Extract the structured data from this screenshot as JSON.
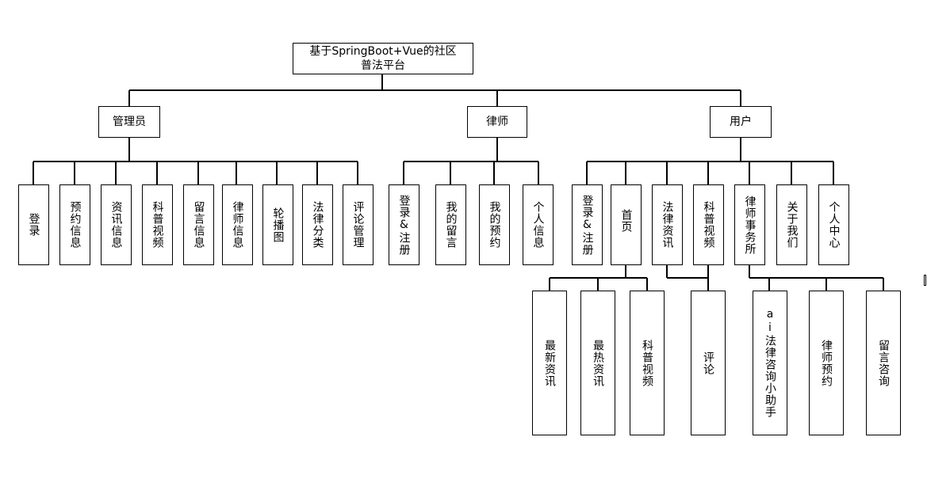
{
  "root": {
    "label": "基于SpringBoot+Vue的社区\n普法平台"
  },
  "roles": {
    "admin": {
      "label": "管理员",
      "children": [
        "登录",
        "预约信息",
        "资讯信息",
        "科普视频",
        "留言信息",
        "律师信息",
        "轮播图",
        "法律分类",
        "评论管理"
      ]
    },
    "lawyer": {
      "label": "律师",
      "children": [
        "登录&注册",
        "我的留言",
        "我的预约",
        "个人信息"
      ]
    },
    "user": {
      "label": "用户",
      "children": [
        "登录&注册",
        "首页",
        "法律资讯",
        "科普视频",
        "律师事务所",
        "关于我们",
        "个人中心"
      ],
      "home_children": [
        "最新资讯",
        "最热资讯",
        "科普视频"
      ],
      "video_children": [
        "评论"
      ],
      "firm_children": [
        "ai法律咨询小助手",
        "律师预约",
        "留言咨询"
      ]
    }
  }
}
